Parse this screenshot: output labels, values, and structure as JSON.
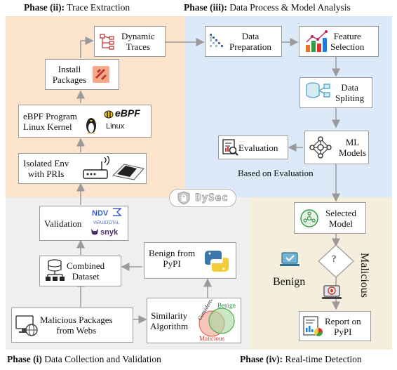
{
  "phases": {
    "p1": {
      "bold": "Phase (i)",
      "rest": " Data Collection and Validation"
    },
    "p2": {
      "bold": "Phase (ii):",
      "rest": " Trace Extraction"
    },
    "p3": {
      "bold": "Phase (iii):",
      "rest": " Data Process & Model Analysis"
    },
    "p4": {
      "bold": "Phase (iv):",
      "rest": " Real-time Detection"
    }
  },
  "nodes": {
    "dynamic_traces": [
      "Dynamic",
      "Traces"
    ],
    "install_packages": [
      "Install",
      "Packages"
    ],
    "ebpf": [
      "eBPF Program",
      "Linux Kernel"
    ],
    "isolated_env": [
      "Isolated Env",
      "with PRIs"
    ],
    "data_preparation": [
      "Data",
      "Preparation"
    ],
    "feature_selection": [
      "Feature",
      "Selection"
    ],
    "data_spliting": [
      "Data",
      "Spliting"
    ],
    "ml_models": [
      "ML",
      "Models"
    ],
    "evaluation": "Evaluation",
    "validation": "Validation",
    "combined_dataset": [
      "Combined",
      "Dataset"
    ],
    "benign_pypi": [
      "Benign from",
      "PyPI"
    ],
    "malicious_packages": [
      "Malicious Packages",
      "from Webs"
    ],
    "similarity": [
      "Similarity",
      "Algorithm"
    ],
    "selected_model": [
      "Selected",
      "Model"
    ],
    "report": [
      "Report on",
      "PyPI"
    ]
  },
  "labels": {
    "based_on_evaluation": "Based on Evaluation",
    "decision": "?",
    "benign": "Benign",
    "malicious": "Malicious",
    "logo": "DySec",
    "ebpf_logo": "eBPF",
    "linux": "Linux",
    "ndv": "NDV",
    "virustotal": "VIRUSTOTAL",
    "snyk": "snyk",
    "venn_considered": "Considered",
    "venn_benign": "Benign",
    "venn_malicious": "Malicious"
  },
  "colors": {
    "phase1_bg": "#efefef",
    "phase2_bg": "#fbe3cc",
    "phase3_bg": "#dbe9f9",
    "phase4_bg": "#f6eedc",
    "arrow": "#9a9a9a"
  }
}
